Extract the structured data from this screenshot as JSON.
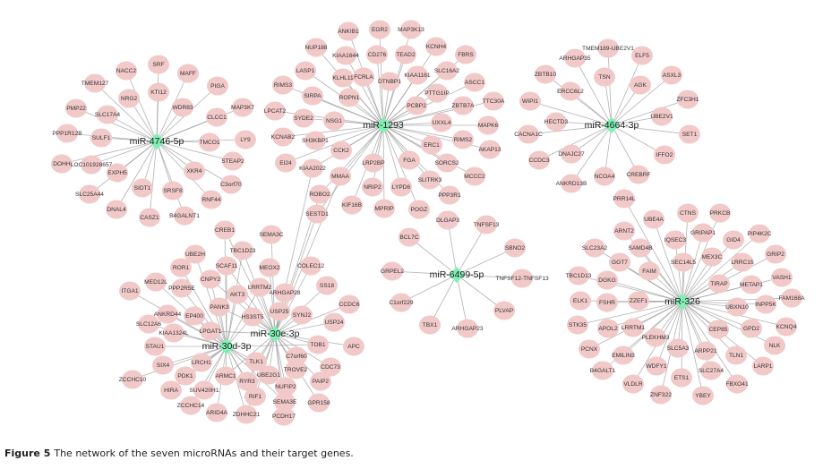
{
  "caption": {
    "label": "Figure 5",
    "text": "The network of the seven microRNAs and their target genes."
  },
  "colors": {
    "target_node": "#f2c9c9",
    "mirna_node": "#7ff0b4",
    "edge": "#9a9a9a"
  },
  "network": {
    "hubs": [
      {
        "id": "miR-4746-5p",
        "targets": [
          "SRF",
          "NACC2",
          "MAFF",
          "TMEM127",
          "KTI12",
          "PIGA",
          "NRG2",
          "PMP22",
          "SLC17A4",
          "WDR83",
          "MAP3K7",
          "CLCC1",
          "PPP1R12B",
          "SULF1",
          "TMCO1",
          "LY9",
          "DOHH",
          "LOC101928657",
          "STEAP2",
          "EXPH5",
          "XKR4",
          "C3orf70",
          "SLC25A44",
          "SIDT1",
          "SRSF8",
          "RNF44",
          "DNAL4",
          "CASZ1",
          "B4GALNT1"
        ]
      },
      {
        "id": "miR-1293",
        "targets": [
          "ANKIB1",
          "EGR2",
          "MAP3K13",
          "NUP188",
          "KCNH4",
          "KIAA1644",
          "CD276",
          "TEAD2",
          "FBRS",
          "LASP1",
          "KLHL11",
          "FCRLA",
          "DTNBP1",
          "KIAA1161",
          "SLC16A2",
          "ASCC1",
          "RIMS3",
          "SIRPA",
          "ROPN1",
          "PTTG1IP",
          "PCBP2",
          "ZBTB7A",
          "TTC30A",
          "LPCAT2",
          "SYDE2",
          "NSG1",
          "UXXL4",
          "MAPK6",
          "KCNAB2",
          "SH3KBP1",
          "RIMS2",
          "ERC1",
          "AKAP13",
          "CCK2",
          "EI24",
          "LRP2BP",
          "FGA",
          "SORCS2",
          "KIAA2022",
          "MMAA",
          "SLITRK3",
          "MCCC2",
          "NRIP2",
          "LYPD6",
          "ROBO2",
          "PPP3R1",
          "KIF16B",
          "MPRIP",
          "POGZ",
          "SESTD1"
        ]
      },
      {
        "id": "miR-4664-3p",
        "targets": [
          "TMEM189-UBE2V1",
          "ARHGAP35",
          "ELF5",
          "ZBTB10",
          "TSN",
          "ASXL3",
          "AGK",
          "ERCC6L2",
          "ZFC3H1",
          "WIPI1",
          "UBE2V1",
          "HECTD3",
          "CACNA1C",
          "SET1",
          "DNAJC27",
          "IFFO2",
          "CCDC3",
          "NCOA4",
          "CREBRF",
          "ANKRD13B"
        ]
      },
      {
        "id": "miR-6499-5p",
        "targets": [
          "DLGAP3",
          "TNFSF13",
          "BCL7C",
          "SBNO2",
          "GRPEL2",
          "TNFSF12-TNFSF13",
          "C1orf229",
          "PLVAP",
          "TBX1",
          "ARHGAP23"
        ]
      },
      {
        "id": "miR-326",
        "targets": [
          "PRR14L",
          "UBE4A",
          "CTNS",
          "PRKCB",
          "ARNT2",
          "GRIPAP1",
          "PIP4K2C",
          "IQSEC3",
          "GID4",
          "SLC23A2",
          "SAMD4B",
          "GRIP2",
          "MEX3C",
          "GGT7",
          "SEC14L5",
          "LRRC15",
          "FAIM",
          "TBC1D13",
          "DGKG",
          "TIRAP",
          "METAP1",
          "VASH1",
          "ELK1",
          "FSHR",
          "ZZEF1",
          "FAM168A",
          "UBXN10",
          "INPP5K",
          "STK35",
          "APOL2",
          "LRRTM1",
          "CEP85",
          "GPD2",
          "KCNQ4",
          "PLEKHM3",
          "PCNX",
          "SLC5A3",
          "ARPP21",
          "NLK",
          "EMILIN3",
          "TLN1",
          "WDFY1",
          "LARP1",
          "B4GALT1",
          "SLC27A4",
          "ETS1",
          "FBXO41",
          "VLDLR",
          "ZNF322",
          "YBEY"
        ]
      },
      {
        "id": "miR-30d-3p",
        "targets": [
          "CREB1",
          "UBE2H",
          "ROR1",
          "SCAF11",
          "MED12L",
          "CNPY2",
          "ITGA1",
          "PPP2R5E",
          "AKT3",
          "PANK3",
          "ANKRD44",
          "EP400",
          "HS3ST5",
          "SLC12A6",
          "LPGAT1",
          "KIAA1324L",
          "STAU1",
          "LRCH1",
          "TLK1",
          "SIX4",
          "PDK1",
          "ARMC1",
          "UBE2G1",
          "ZCCHC10",
          "RYR3",
          "HIRA",
          "SUV420H1",
          "RIF1",
          "ZCCHC14",
          "ARID4A",
          "ZDHHC21",
          "SEMA3E",
          "TBC1D23",
          "LRRTM2",
          "NUFIP2",
          "TOB1"
        ]
      },
      {
        "id": "miR-30e-3p",
        "targets": [
          "SEMA3C",
          "TBC1D23",
          "MEOX2",
          "COLEC12",
          "LRRTM2",
          "ARHGAP28",
          "SS18",
          "CCDC6",
          "USP25",
          "SYNJ2",
          "USP24",
          "TOB1",
          "APC",
          "C7orf60",
          "CDC73",
          "TROVE2",
          "PAIP2",
          "NUFIP2",
          "GPR158",
          "SEMA3E",
          "PCDH17",
          "UBE2G1",
          "RYR3",
          "TLK1",
          "HS3ST5",
          "AKT3",
          "PANK3",
          "CNPY2",
          "SCAF11",
          "CREB1",
          "LPGAT1",
          "ARMC1",
          "RIF1",
          "ZDHHC21",
          "SESTD1",
          "MMAA",
          "ROBO2",
          "KIAA2022"
        ]
      }
    ]
  }
}
